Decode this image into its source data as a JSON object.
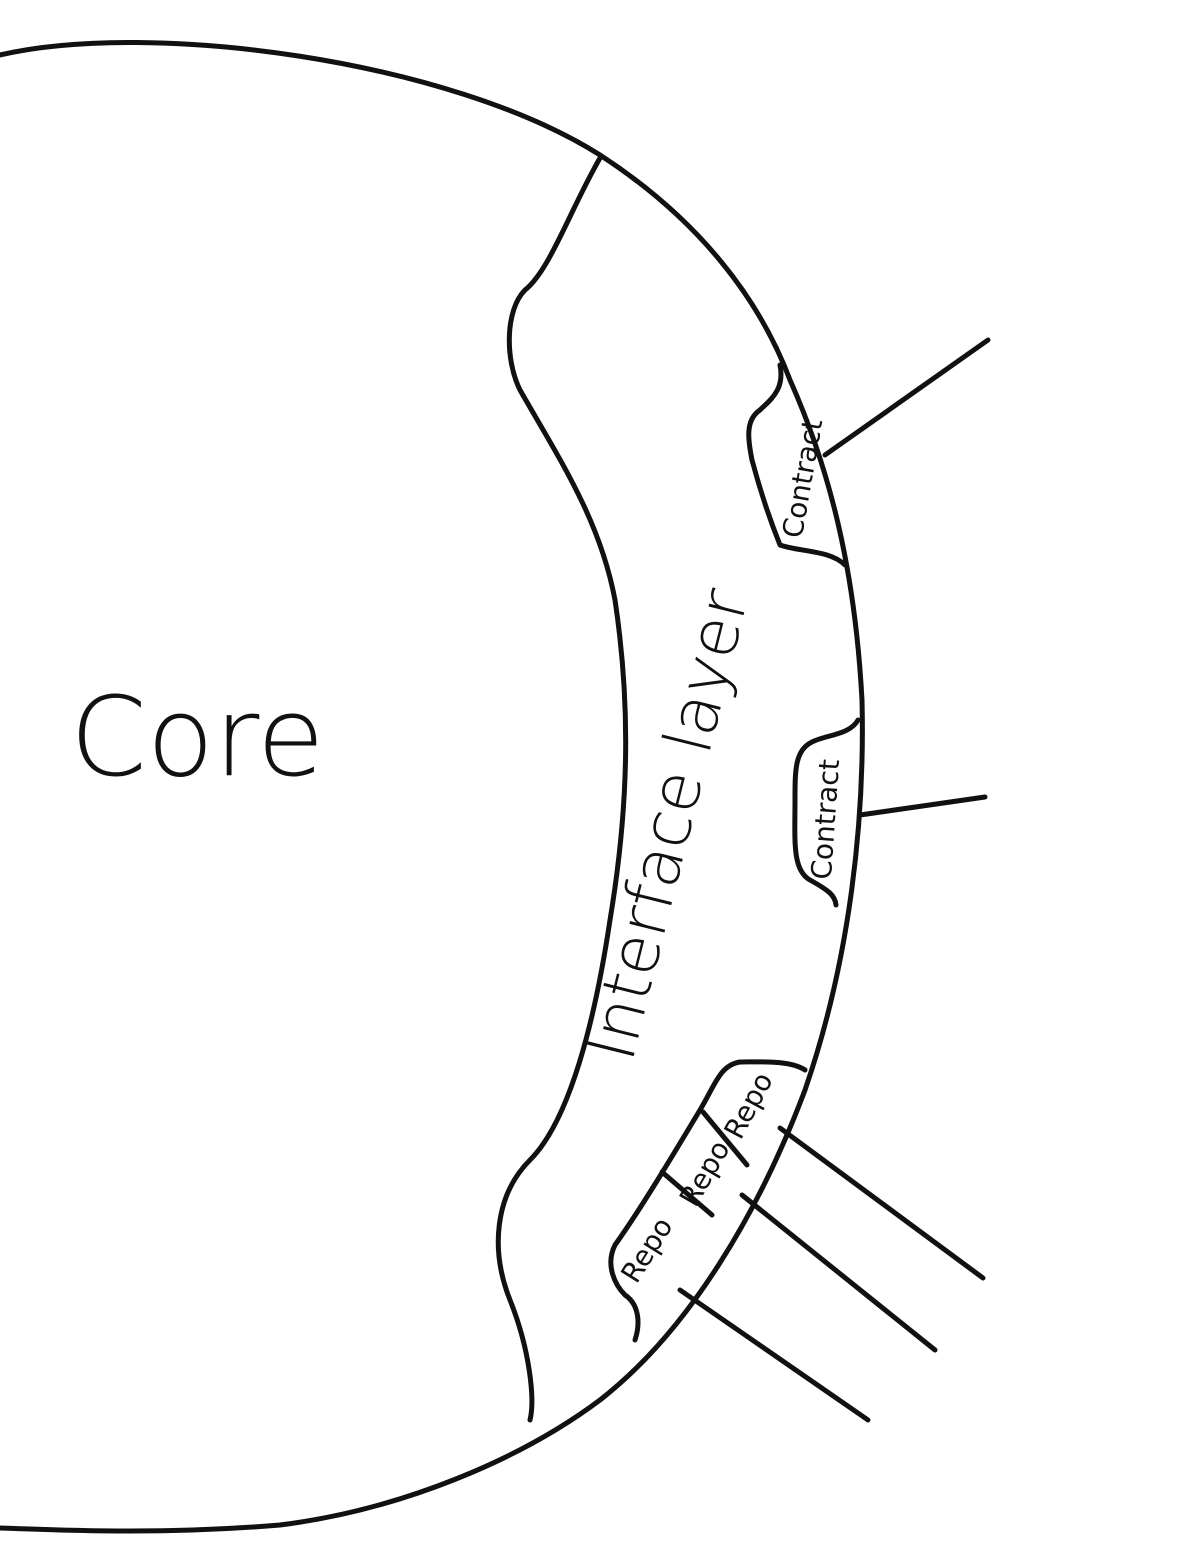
{
  "diagram": {
    "core_label": "Core",
    "interface_label": "Interface layer",
    "contracts": [
      {
        "label": "Contract"
      },
      {
        "label": "Contract"
      }
    ],
    "repos": [
      {
        "label": "Repo"
      },
      {
        "label": "Repo"
      },
      {
        "label": "Repo"
      }
    ],
    "stroke_color": "#111111",
    "background": "#ffffff"
  }
}
